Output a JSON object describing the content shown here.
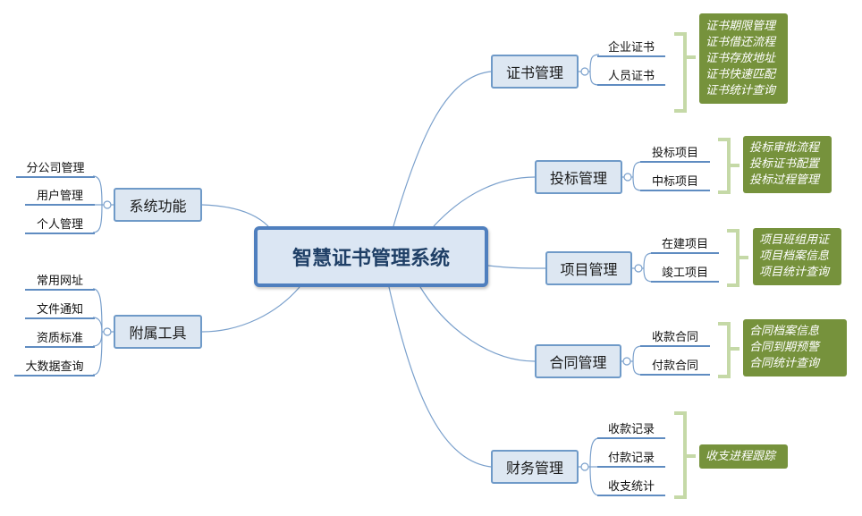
{
  "root": {
    "label": "智慧证书管理系统"
  },
  "left_branches": [
    {
      "label": "系统功能",
      "children": [
        "分公司管理",
        "用户管理",
        "个人管理"
      ]
    },
    {
      "label": "附属工具",
      "children": [
        "常用网址",
        "文件通知",
        "资质标准",
        "大数据查询"
      ]
    }
  ],
  "right_branches": [
    {
      "label": "证书管理",
      "children": [
        "企业证书",
        "人员证书"
      ],
      "notes": [
        "证书期限管理",
        "证书借还流程",
        "证书存放地址",
        "证书快速匹配",
        "证书统计查询"
      ]
    },
    {
      "label": "投标管理",
      "children": [
        "投标项目",
        "中标项目"
      ],
      "notes": [
        "投标审批流程",
        "投标证书配置",
        "投标过程管理"
      ]
    },
    {
      "label": "项目管理",
      "children": [
        "在建项目",
        "竣工项目"
      ],
      "notes": [
        "项目班组用证",
        "项目档案信息",
        "项目统计查询"
      ]
    },
    {
      "label": "合同管理",
      "children": [
        "收款合同",
        "付款合同"
      ],
      "notes": [
        "合同档案信息",
        "合同到期预警",
        "合同统计查询"
      ]
    },
    {
      "label": "财务管理",
      "children": [
        "收款记录",
        "付款记录",
        "收支统计"
      ],
      "notes": [
        "收支进程跟踪"
      ]
    }
  ],
  "colors": {
    "link": "#7aa0cc",
    "node_fill": "#dde7f2",
    "node_border": "#6f9ac8",
    "root_border": "#4f7fbe",
    "note_fill": "#76923c",
    "bracket": "#c5d9a7"
  }
}
